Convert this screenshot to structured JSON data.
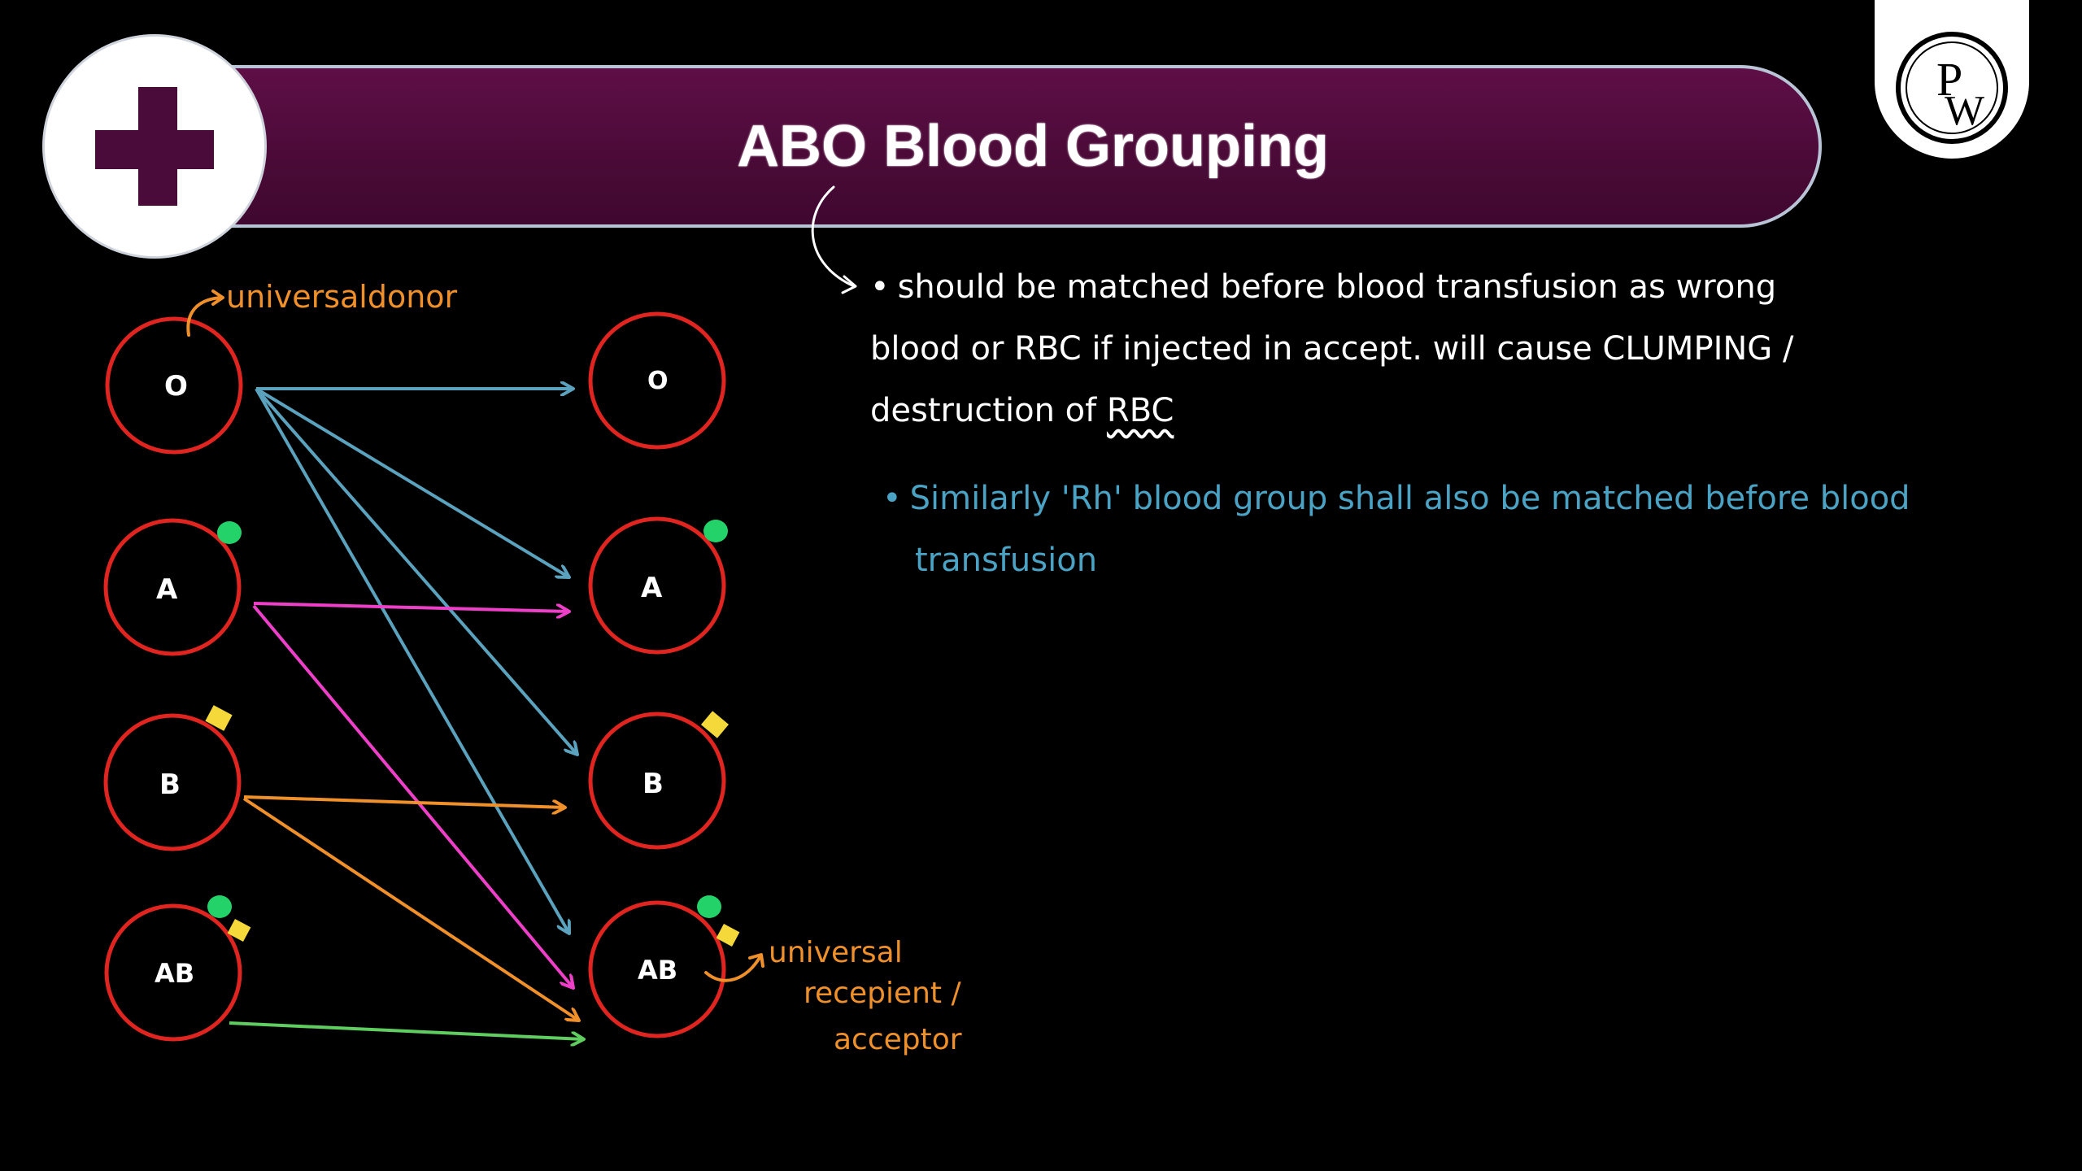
{
  "header": {
    "title": "ABO Blood Grouping"
  },
  "logo": {
    "letters": [
      "P",
      "W"
    ]
  },
  "diagram": {
    "donors": [
      {
        "label": "O",
        "markers": []
      },
      {
        "label": "A",
        "markers": [
          "green"
        ]
      },
      {
        "label": "B",
        "markers": [
          "yellow"
        ]
      },
      {
        "label": "AB",
        "markers": [
          "green",
          "yellow"
        ]
      }
    ],
    "recipients": [
      {
        "label": "O",
        "markers": []
      },
      {
        "label": "A",
        "markers": [
          "green"
        ]
      },
      {
        "label": "B",
        "markers": [
          "yellow"
        ]
      },
      {
        "label": "AB",
        "markers": [
          "green",
          "yellow"
        ]
      }
    ],
    "universal_donor_label": "universaldonor",
    "universal_recipient_label": [
      "universal",
      "recepient /",
      "acceptor"
    ]
  },
  "notes": {
    "point1_lines": [
      "should be matched before blood transfusion as wrong",
      "blood or RBC if injected in accept. will cause  CLUMPING /",
      "destruction of"
    ],
    "point1_emphasis": "RBC",
    "point2_lines": [
      "Similarly 'Rh' blood group shall also be matched before blood",
      "transfusion"
    ]
  },
  "colors": {
    "circle_stroke": "#e0241f",
    "arrow_o": "#5aa2bd",
    "arrow_a": "#ee3fc8",
    "arrow_b": "#f0902a",
    "arrow_ab": "#5fcd5f",
    "marker_green": "#23d36a",
    "marker_yellow": "#f5d83a",
    "annotation_orange": "#f0902a",
    "banner": "#4f0b3b"
  }
}
